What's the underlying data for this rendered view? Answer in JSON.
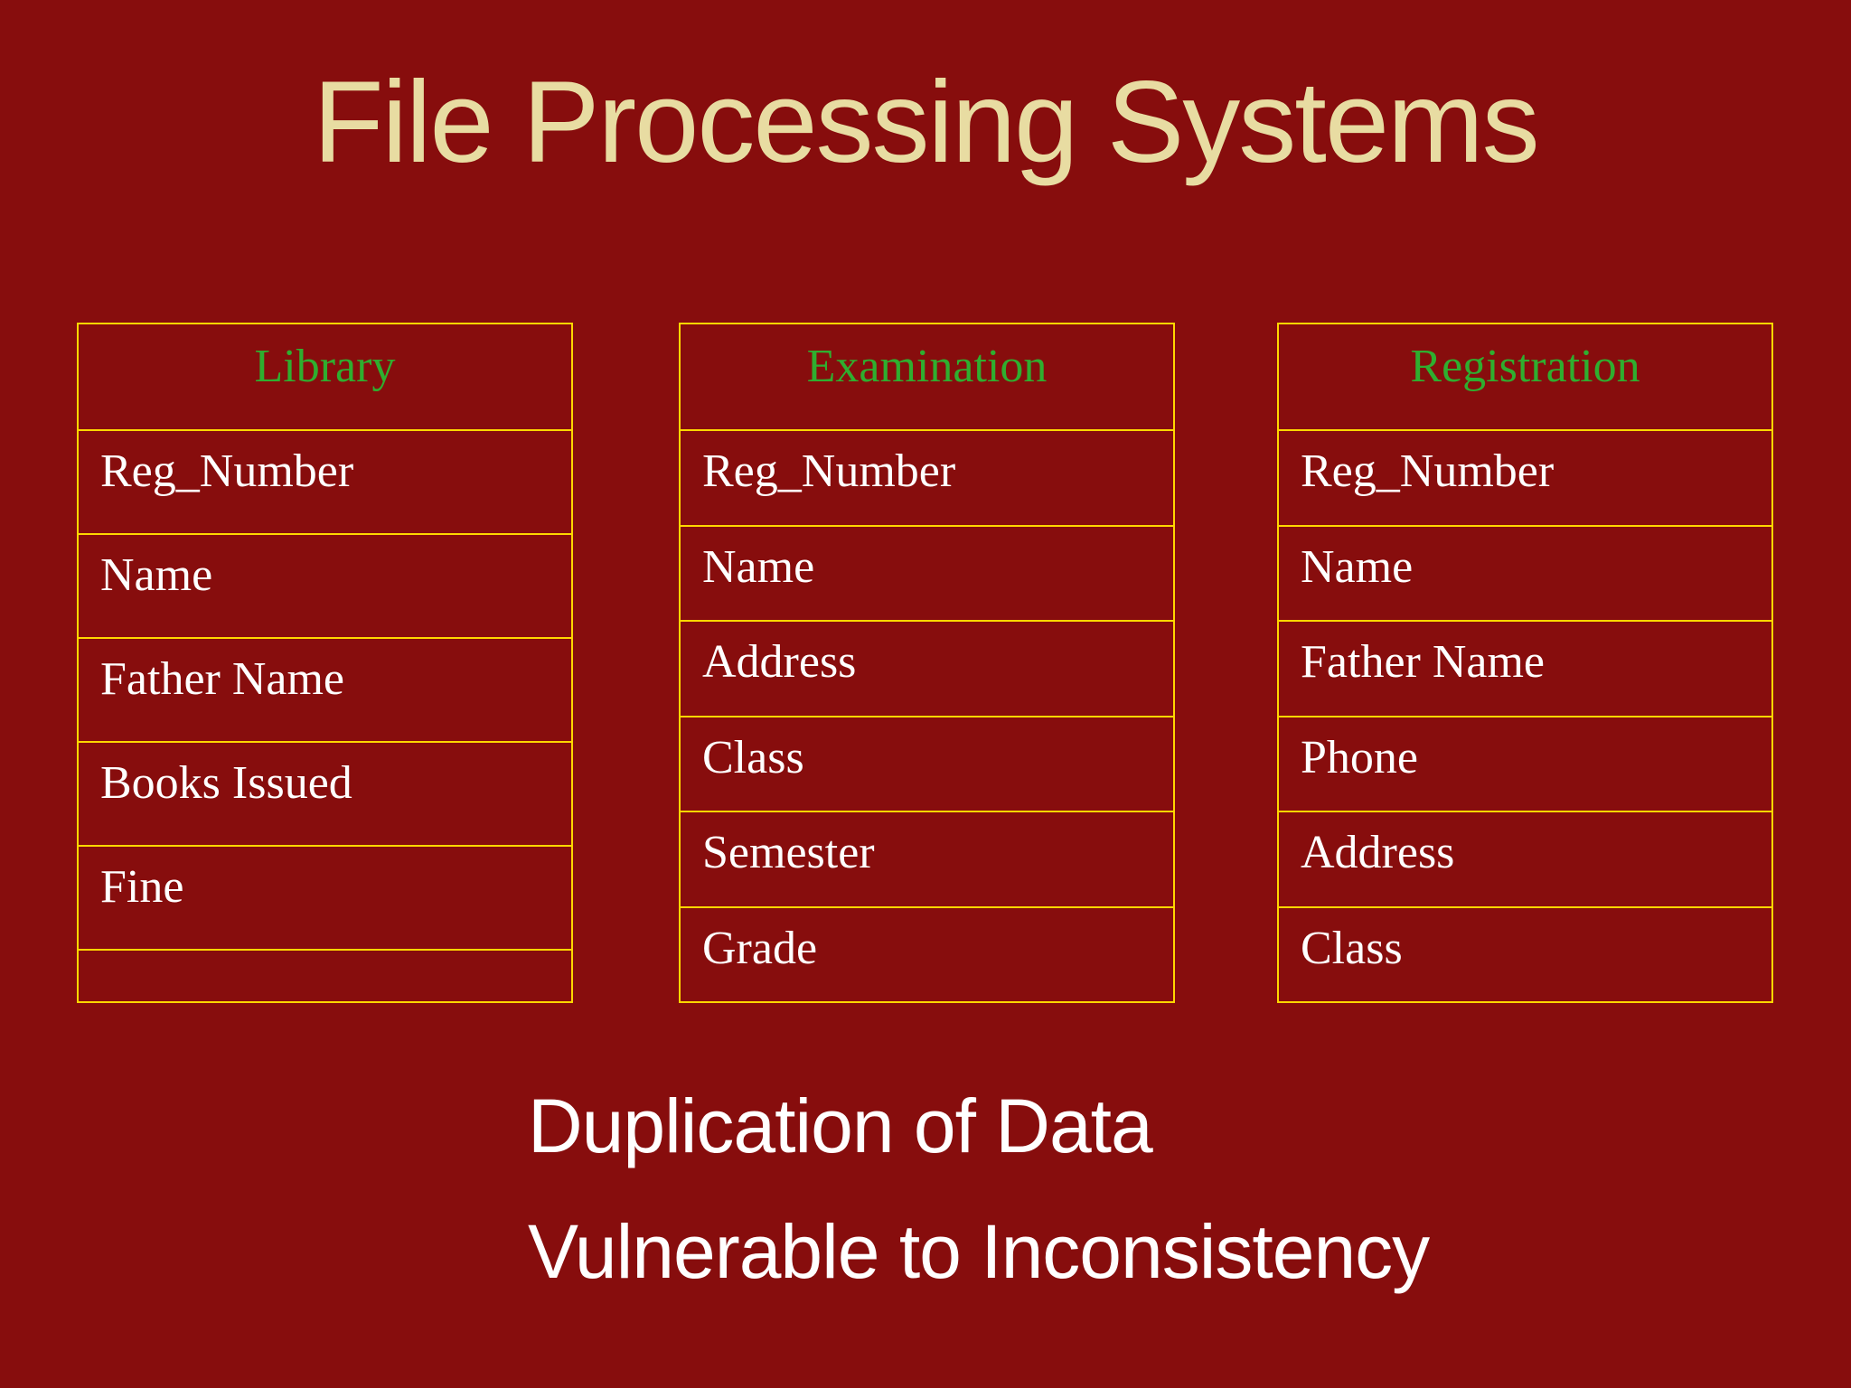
{
  "title": "File Processing Systems",
  "tables": [
    {
      "title": "Library",
      "rows": [
        "Reg_Number",
        "Name",
        "Father Name",
        "Books Issued",
        "Fine",
        ""
      ]
    },
    {
      "title": "Examination",
      "rows": [
        "Reg_Number",
        "Name",
        "Address",
        "Class",
        "Semester",
        "Grade"
      ]
    },
    {
      "title": "Registration",
      "rows": [
        "Reg_Number",
        "Name",
        "Father Name",
        "Phone",
        "Address",
        "Class"
      ]
    }
  ],
  "notes": [
    "Duplication of Data",
    "Vulnerable to Inconsistency"
  ],
  "colors": {
    "background": "#870d0d",
    "table_border": "#ffd700",
    "table_header_text": "#2fae2f",
    "title_text": "#e8dca2",
    "row_text": "#ffffff"
  }
}
